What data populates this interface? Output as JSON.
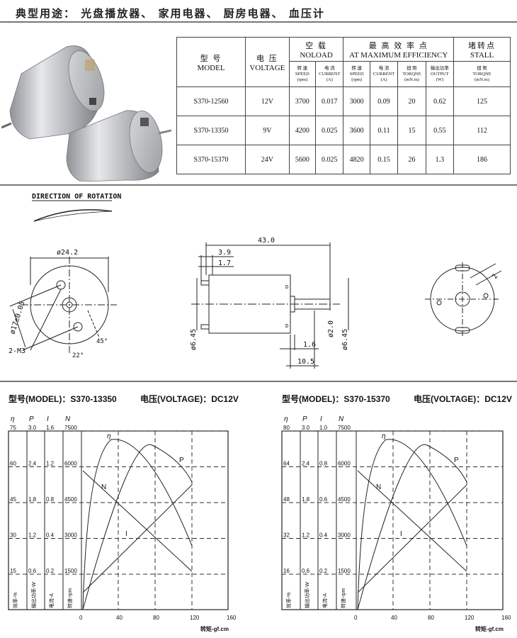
{
  "banner": {
    "text": "典型用途： 光盘播放器、 家用电器、 厨房电器、 血压计"
  },
  "table": {
    "h_model_cn": "型 号",
    "h_model_en": "MODEL",
    "h_voltage_cn": "电 压",
    "h_voltage_en": "VOLTAGE",
    "h_noload_cn": "空 载",
    "h_noload_en": "NOLOAD",
    "h_eff_cn": "最 高 效 率 点",
    "h_eff_en": "AT MAXIMUM EFFICIENCY",
    "h_stall_cn": "堵转点",
    "h_stall_en": "STALL",
    "sub": {
      "speed": [
        "转 速",
        "SPEED",
        "(rpm)"
      ],
      "current": [
        "电 流",
        "CURRENT",
        "(A)"
      ],
      "speed2": [
        "转 速",
        "SPEED",
        "(rpm)"
      ],
      "current2": [
        "电 流",
        "CURRENT",
        "(A)"
      ],
      "torque": [
        "扭 矩",
        "TORQNE",
        "(mN.m)"
      ],
      "output": [
        "输出功率",
        "OUTPUT",
        "(W)"
      ],
      "stall_torque": [
        "扭 矩",
        "TORQNE",
        "(mN.m)"
      ]
    },
    "rows": [
      {
        "model": "S370-12560",
        "voltage": "12V",
        "nl_speed": "3700",
        "nl_current": "0.017",
        "me_speed": "3000",
        "me_current": "0.09",
        "me_torque": "20",
        "me_output": "0.62",
        "stall_torque": "125"
      },
      {
        "model": "S370-13350",
        "voltage": "9V",
        "nl_speed": "4200",
        "nl_current": "0.025",
        "me_speed": "3600",
        "me_current": "0.11",
        "me_torque": "15",
        "me_output": "0.55",
        "stall_torque": "112"
      },
      {
        "model": "S370-15370",
        "voltage": "24V",
        "nl_speed": "5600",
        "nl_current": "0.025",
        "me_speed": "4820",
        "me_current": "0.15",
        "me_torque": "26",
        "me_output": "1.3",
        "stall_torque": "186"
      }
    ]
  },
  "drawing": {
    "direction": "DIRECTION OF ROTATION",
    "d_24_2": "ø24.2",
    "d_17": "ø17±0.05",
    "m3": "2-M3",
    "a22": "22°",
    "a45": "45°",
    "len_43": "43.0",
    "len_3_9": "3.9",
    "len_1_7": "1.7",
    "len_1_6": "1.6",
    "len_10_5": "10.5",
    "d_6_45a": "ø6.45",
    "d_2": "ø2.0",
    "d_6_45b": "ø6.45",
    "d_2b": "2"
  },
  "charts": [
    {
      "model_label": "型号(MODEL)：S370-13350",
      "voltage_label": "电压(VOLTAGE)：DC12V",
      "axis_heads": [
        "η",
        "P",
        "I",
        "N"
      ],
      "eta_ticks": [
        "75",
        "60",
        "45",
        "30",
        "15"
      ],
      "p_ticks": [
        "3.0",
        "2.4",
        "1.8",
        "1.2",
        "0.6"
      ],
      "i_ticks": [
        "1.6",
        "1.2",
        "0.8",
        "0.4",
        "0.2"
      ],
      "n_ticks": [
        "7500",
        "6000",
        "4500",
        "3000",
        "1500"
      ],
      "col_labels": [
        "效率-%",
        "输出功率-W",
        "电流-A",
        "转速-rpm"
      ],
      "x_ticks": [
        "0",
        "40",
        "80",
        "120",
        "160"
      ],
      "x_label": "转矩-gf.cm",
      "curve_labels": {
        "eta": "η",
        "p": "P",
        "n": "N",
        "i": "I"
      }
    },
    {
      "model_label": "型号(MODEL)：S370-15370",
      "voltage_label": "电压(VOLTAGE)：DC12V",
      "axis_heads": [
        "η",
        "P",
        "I",
        "N"
      ],
      "eta_ticks": [
        "80",
        "64",
        "48",
        "32",
        "16"
      ],
      "p_ticks": [
        "3.0",
        "2.4",
        "1.8",
        "1.2",
        "0.6"
      ],
      "i_ticks": [
        "1.0",
        "0.8",
        "0.6",
        "0.4",
        "0.2"
      ],
      "n_ticks": [
        "7500",
        "6000",
        "4500",
        "3000",
        "1500"
      ],
      "col_labels": [
        "效率-%",
        "输出功率-W",
        "电流-A",
        "转速-rpm"
      ],
      "x_ticks": [
        "0",
        "40",
        "80",
        "120",
        "160"
      ],
      "x_label": "转矩-gf.cm",
      "curve_labels": {
        "eta": "η",
        "p": "P",
        "n": "N",
        "i": "I"
      }
    }
  ],
  "colors": {
    "line": "#222222",
    "grid": "#333333",
    "metal": "#b9bcc0"
  }
}
